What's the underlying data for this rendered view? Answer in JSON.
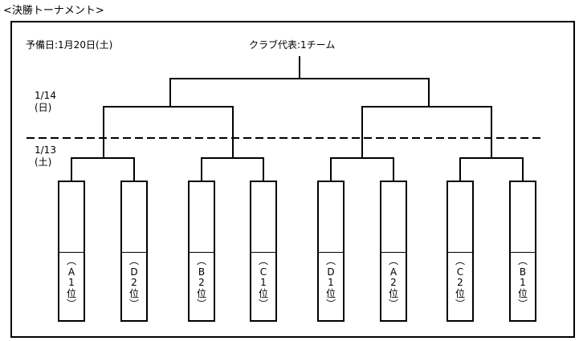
{
  "heading": "<決勝トーナメント>",
  "reserve_day": "予備日:1月20日(土)",
  "club_rep": "クラブ代表:1チーム",
  "rounds": [
    {
      "date": "1/14",
      "day": "(日)"
    },
    {
      "date": "1/13",
      "day": "(土)"
    }
  ],
  "teams": [
    {
      "chars": [
        "︵",
        "A",
        "1",
        "位",
        "︶"
      ]
    },
    {
      "chars": [
        "︵",
        "D",
        "2",
        "位",
        "︶"
      ]
    },
    {
      "chars": [
        "︵",
        "B",
        "2",
        "位",
        "︶"
      ]
    },
    {
      "chars": [
        "︵",
        "C",
        "1",
        "位",
        "︶"
      ]
    },
    {
      "chars": [
        "︵",
        "D",
        "1",
        "位",
        "︶"
      ]
    },
    {
      "chars": [
        "︵",
        "A",
        "2",
        "位",
        "︶"
      ]
    },
    {
      "chars": [
        "︵",
        "C",
        "2",
        "位",
        "︶"
      ]
    },
    {
      "chars": [
        "︵",
        "B",
        "1",
        "位",
        "︶"
      ]
    }
  ]
}
